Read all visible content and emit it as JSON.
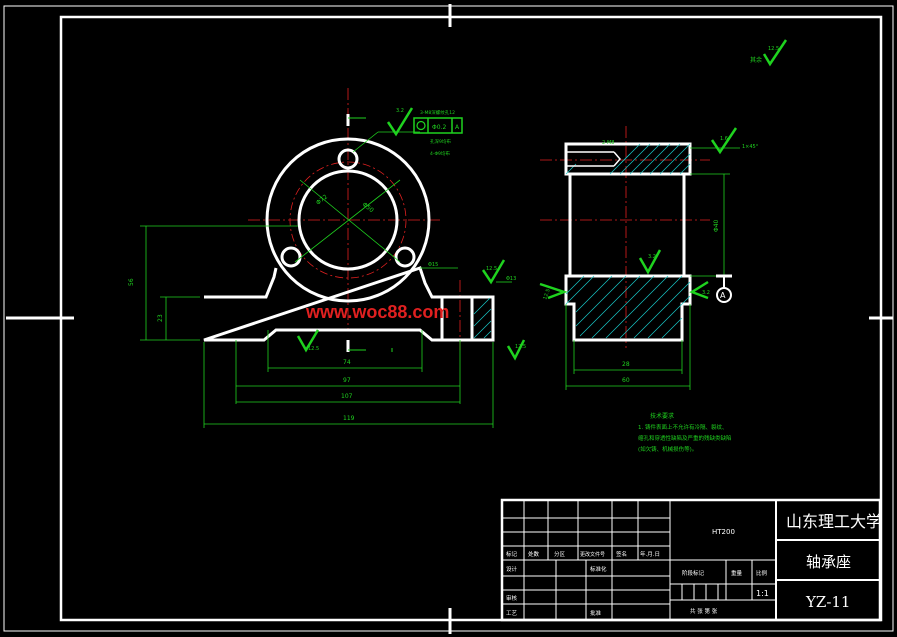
{
  "colors": {
    "background": "#000000",
    "outline": "#ffffff",
    "dimension": "#1fd21f",
    "centerline": "#e02020",
    "hatch": "#18c8c8",
    "watermark": "#e02020"
  },
  "watermark": "www.woc88.com",
  "front_view": {
    "dims": {
      "h_overall": "56",
      "h_base": "23",
      "w_slot": "74",
      "w_97": "97",
      "w_107": "107",
      "w_overall": "119",
      "dia_outer": "Φ72",
      "dia_inner": "Φ50",
      "pos_tol": "Φ15",
      "slot_small": "Φ15",
      "hole_small": "Φ13"
    },
    "rough": {
      "top": "3.2",
      "right": "12.5",
      "bottom": "12.5",
      "side": "12.5"
    },
    "tol_note_1": "3-M8深螺纹孔12",
    "tol_note_2": "孔深9均布",
    "tol_note_3": "4-Φ9均布",
    "tol_value": "Φ0.2",
    "tol_datum": "A"
  },
  "side_view": {
    "dims": {
      "w_inner": "28",
      "w_overall": "60",
      "bore": "Φ40",
      "chamfer": "1×45°",
      "depth": "2-M8"
    },
    "rough": {
      "top": "1.6",
      "mid": "3.2",
      "left": "12.5",
      "right": "3.2"
    },
    "datum": "A"
  },
  "corner_rough": {
    "label": "其余",
    "value": "12.5"
  },
  "tech_notes": {
    "title": "技术要求",
    "line1": "1. 铸件表面上不允许有冷隔、裂纹、",
    "line2": "缩孔和穿透性缺陷及严重的残缺类缺陷",
    "line3": "(如欠铸、机械损伤等)。"
  },
  "title_block": {
    "material": "HT200",
    "university": "山东理工大学",
    "part_name": "轴承座",
    "drawing_no": "YZ-11",
    "scale": "1:1",
    "headers": {
      "mark": "标记",
      "count": "处数",
      "zone": "分区",
      "change_doc": "更改文件号",
      "sign": "签名",
      "date": "年.月.日",
      "design": "设计",
      "standardize": "标准化",
      "stage_mark": "阶段标记",
      "weight": "重量",
      "ratio": "比例",
      "review": "审核",
      "process": "工艺",
      "approve": "批准",
      "sheets": "共  张  第  张"
    }
  }
}
